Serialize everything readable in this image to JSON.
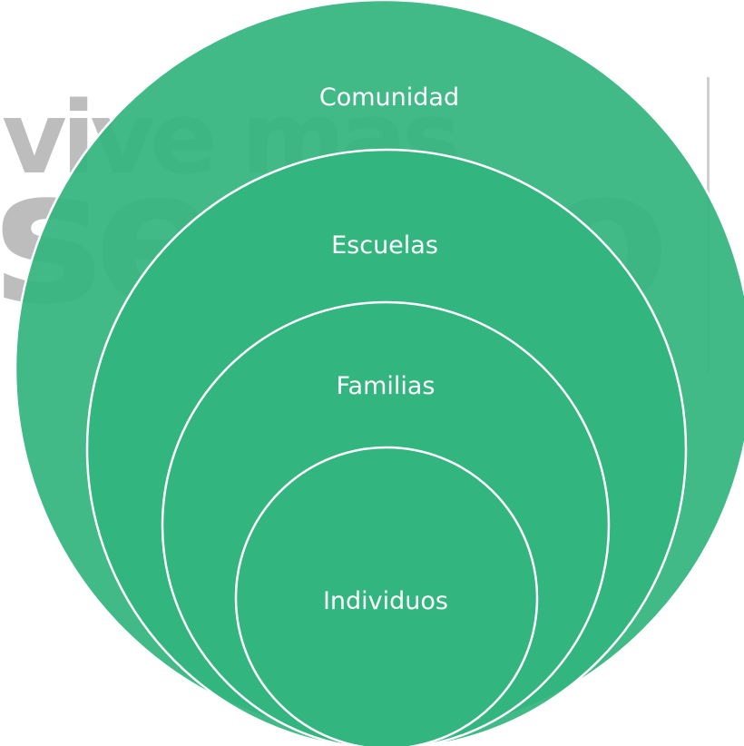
{
  "watermark": {
    "line1": "vive mas",
    "line2": "seguro",
    "color": "#bdbdbd"
  },
  "diagram": {
    "fill_color": "#33b57f",
    "stroke_color": "#ffffff",
    "rings": [
      {
        "label": "Comunidad"
      },
      {
        "label": "Escuelas"
      },
      {
        "label": "Familias"
      },
      {
        "label": "Individuos"
      }
    ]
  }
}
